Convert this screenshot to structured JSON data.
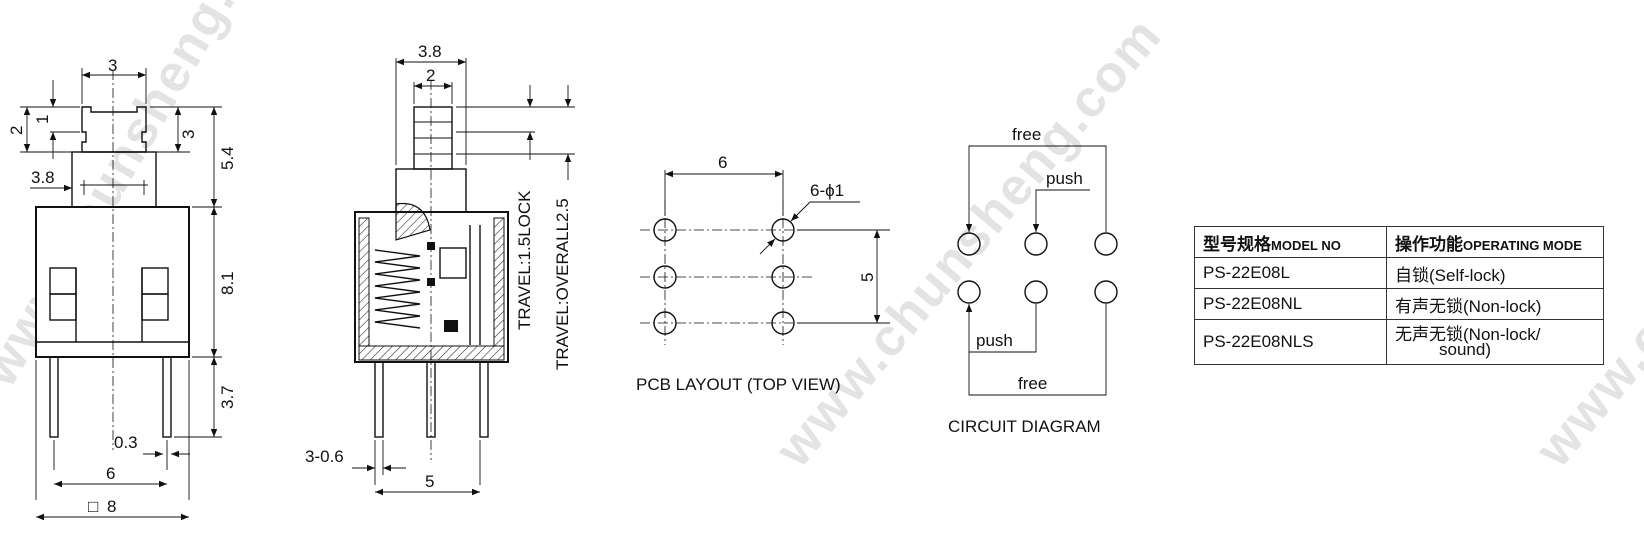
{
  "watermark": "www.chunsheng.com",
  "side_view": {
    "dims": {
      "top_width": "3",
      "h2": "2",
      "h1": "1",
      "h3": "3",
      "h54": "5.4",
      "w38": "3.8",
      "h81": "8.1",
      "h37": "3.7",
      "pin03": "0.3",
      "pitch6": "6",
      "square8_symbol": "□",
      "square8": "8"
    }
  },
  "section_view": {
    "dims": {
      "w38": "3.8",
      "w2": "2",
      "pins": "3-0.6",
      "pitch5": "5"
    },
    "travel_lock": "TRAVEL:1.5LOCK",
    "travel_overall": "TRAVEL:OVERALL2.5"
  },
  "pcb_layout": {
    "dim_6": "6",
    "hole_label": "6-ϕ1",
    "dim_5": "5",
    "caption": "PCB LAYOUT (TOP VIEW)"
  },
  "circuit": {
    "free_top": "free",
    "push_top": "push",
    "push_bottom": "push",
    "free_bottom": "free",
    "caption": "CIRCUIT DIAGRAM"
  },
  "table": {
    "headers": {
      "model_cn": "型号规格",
      "model_en": "MODEL NO",
      "mode_cn": "操作功能",
      "mode_en": "OPERATING MODE"
    },
    "rows": [
      {
        "model": "PS-22E08L",
        "mode": "自锁(Self-lock)"
      },
      {
        "model": "PS-22E08NL",
        "mode": "有声无锁(Non-lock)"
      },
      {
        "model": "PS-22E08NLS",
        "mode": "无声无锁(Non-lock/",
        "mode2": "sound)"
      }
    ]
  }
}
